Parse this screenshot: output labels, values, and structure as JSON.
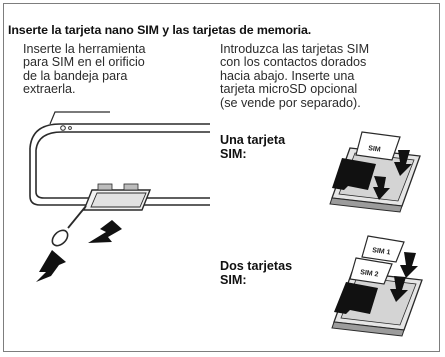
{
  "title": "Inserte la tarjeta nano SIM y las tarjetas de memoria.",
  "left_instruction": {
    "lines": [
      "Inserte la herramienta",
      "para SIM en el orificio",
      "de la bandeja para",
      "extraerla."
    ]
  },
  "right_instruction": {
    "lines": [
      "Introduzca las tarjetas SIM",
      "con los contactos dorados",
      "hacia abajo. Inserte una",
      "tarjeta microSD opcional",
      "(se vende por separado)."
    ]
  },
  "single_sim": {
    "label_lines": [
      "Una tarjeta",
      "SIM:"
    ],
    "card_text": "SIM"
  },
  "dual_sim": {
    "label_lines": [
      "Dos tarjetas",
      "SIM:"
    ],
    "card_text_1": "SIM 2",
    "card_text_2": "SIM 1"
  },
  "colors": {
    "border": "#7d7d7d",
    "text": "#2b2b2b",
    "dark": "#1a1a1a",
    "tray": "#cfcfcf"
  },
  "icons": [
    "phone-outline",
    "sim-tool",
    "arrow-up",
    "arrow-down",
    "sim-tray",
    "sim-card",
    "microsd-card"
  ]
}
